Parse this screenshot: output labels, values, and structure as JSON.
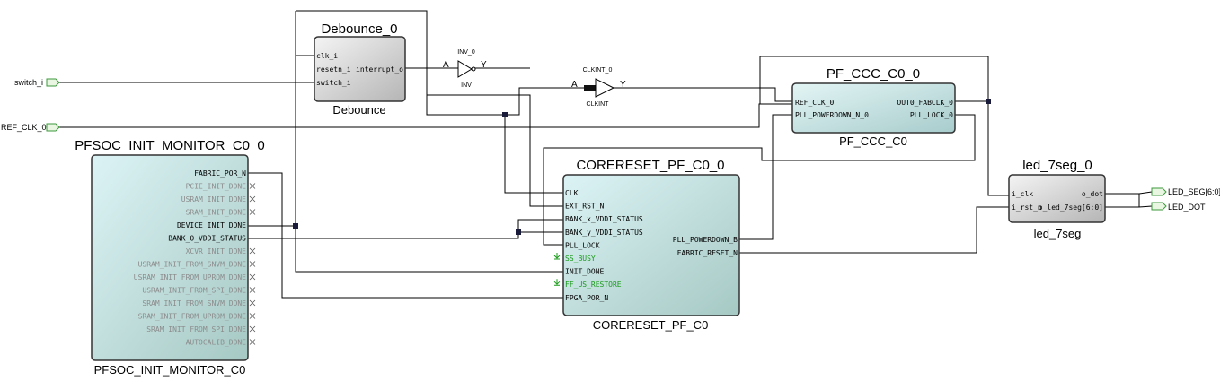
{
  "ports_in": [
    "switch_i",
    "REF_CLK_0"
  ],
  "ports_out": [
    "LED_SEG[6:0]",
    "LED_DOT"
  ],
  "debounce": {
    "title": "Debounce_0",
    "subtitle": "Debounce",
    "inputs": [
      "clk_i",
      "resetn_i",
      "switch_i"
    ],
    "outputs": [
      "interrupt_o"
    ]
  },
  "inv": {
    "name": "INV_0",
    "type": "INV",
    "a": "A",
    "y": "Y"
  },
  "clkint": {
    "name": "CLKINT_0",
    "type": "CLKINT",
    "a": "A",
    "y": "Y"
  },
  "pfccc": {
    "title": "PF_CCC_C0_0",
    "subtitle": "PF_CCC_C0",
    "inputs": [
      "REF_CLK_0",
      "PLL_POWERDOWN_N_0"
    ],
    "outputs": [
      "OUT0_FABCLK_0",
      "PLL_LOCK_0"
    ]
  },
  "monitor": {
    "title": "PFSOC_INIT_MONITOR_C0_0",
    "subtitle": "PFSOC_INIT_MONITOR_C0",
    "outputs": [
      {
        "label": "FABRIC_POR_N",
        "active": true
      },
      {
        "label": "PCIE_INIT_DONE",
        "active": false
      },
      {
        "label": "USRAM_INIT_DONE",
        "active": false
      },
      {
        "label": "SRAM_INIT_DONE",
        "active": false
      },
      {
        "label": "DEVICE_INIT_DONE",
        "active": true
      },
      {
        "label": "BANK_0_VDDI_STATUS",
        "active": true
      },
      {
        "label": "XCVR_INIT_DONE",
        "active": false
      },
      {
        "label": "USRAM_INIT_FROM_SNVM_DONE",
        "active": false
      },
      {
        "label": "USRAM_INIT_FROM_UPROM_DONE",
        "active": false
      },
      {
        "label": "USRAM_INIT_FROM_SPI_DONE",
        "active": false
      },
      {
        "label": "SRAM_INIT_FROM_SNVM_DONE",
        "active": false
      },
      {
        "label": "SRAM_INIT_FROM_UPROM_DONE",
        "active": false
      },
      {
        "label": "SRAM_INIT_FROM_SPI_DONE",
        "active": false
      },
      {
        "label": "AUTOCALIB_DONE",
        "active": false
      }
    ]
  },
  "corereset": {
    "title": "CORERESET_PF_C0_0",
    "subtitle": "CORERESET_PF_C0",
    "inputs": [
      {
        "label": "CLK",
        "style": "normal"
      },
      {
        "label": "EXT_RST_N",
        "style": "normal"
      },
      {
        "label": "BANK_x_VDDI_STATUS",
        "style": "normal"
      },
      {
        "label": "BANK_y_VDDI_STATUS",
        "style": "normal"
      },
      {
        "label": "PLL_LOCK",
        "style": "normal"
      },
      {
        "label": "SS_BUSY",
        "style": "tied"
      },
      {
        "label": "INIT_DONE",
        "style": "normal"
      },
      {
        "label": "FF_US_RESTORE",
        "style": "tied"
      },
      {
        "label": "FPGA_POR_N",
        "style": "normal"
      }
    ],
    "outputs": [
      "PLL_POWERDOWN_B",
      "FABRIC_RESET_N"
    ]
  },
  "led": {
    "title": "led_7seg_0",
    "subtitle": "led_7seg",
    "inputs": [
      "i_clk",
      "i_rst_n"
    ],
    "outputs": [
      "o_dot",
      "o_led_7seg[6:0]"
    ]
  }
}
